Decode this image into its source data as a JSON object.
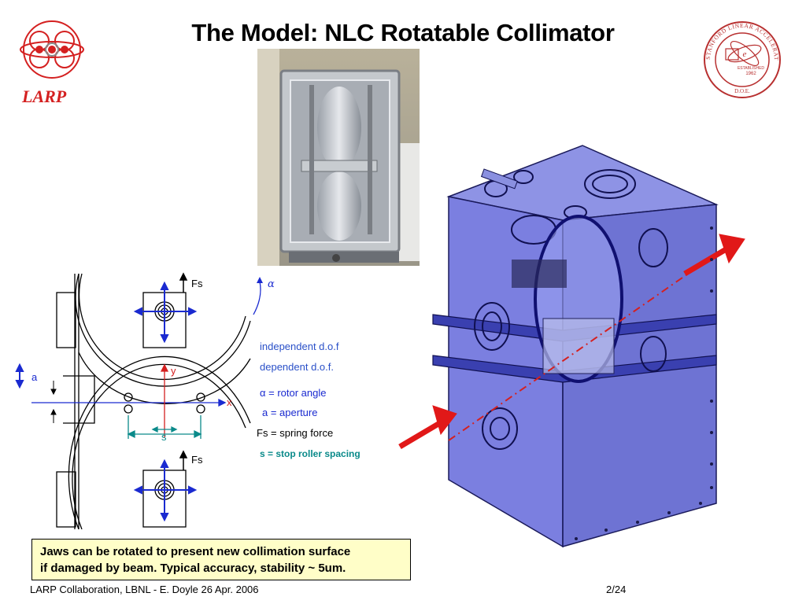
{
  "slide": {
    "title": "The Model: NLC Rotatable Collimator",
    "logo_text": "LARP",
    "seal": {
      "ring_text": "STANFORD LINEAR ACCELERATOR CENTER",
      "center_symbol": "e",
      "established": "ESTABLISHED",
      "year": "1962",
      "agency": "D.O.E."
    }
  },
  "diagram": {
    "labels": {
      "fs_top": "Fs",
      "fs_bottom": "Fs",
      "alpha": "α",
      "y_axis": "y",
      "x_axis": "x",
      "a": "a",
      "s": "s"
    },
    "legend": {
      "independent": "independent d.o.f",
      "dependent": "dependent d.o.f.",
      "alpha_def": "α = rotor angle",
      "a_def": "a = aperture",
      "fs_def": "Fs = spring force",
      "s_def": "s = stop roller spacing"
    }
  },
  "note": {
    "line1": "Jaws can be rotated to present new collimation surface",
    "line2": "if damaged by beam.  Typical accuracy, stability ~ 5um."
  },
  "footer": {
    "left": "LARP Collaboration, LBNL  -  E. Doyle 26 Apr. 2006",
    "right": "2/24"
  },
  "colors": {
    "accent_red": "#d42020",
    "blue_arrow": "#1a2ad0",
    "teal": "#0a8a8a",
    "note_bg": "#fffec8",
    "cad_blue": "#5a5fd8"
  }
}
